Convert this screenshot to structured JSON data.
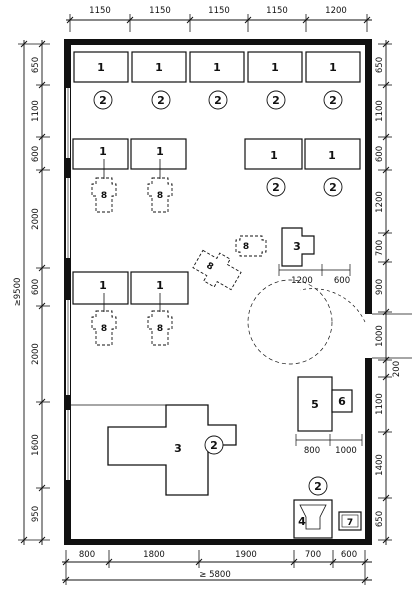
{
  "dimensions": {
    "top": [
      "1150",
      "1150",
      "1150",
      "1150",
      "1200"
    ],
    "bottom": [
      "800",
      "1800",
      "1900",
      "700",
      "600"
    ],
    "total_width": "≥ 5800",
    "total_height": "≥9500",
    "left": [
      "650",
      "1100",
      "600",
      "2000",
      "600",
      "2000",
      "1600",
      "950"
    ],
    "right": [
      "650",
      "1100",
      "600",
      "1200",
      "700",
      "900",
      "1000",
      "200",
      "1100",
      "1400",
      "650"
    ],
    "inner": {
      "d1200": "1200",
      "d600": "600",
      "d800": "800",
      "d1000": "1000"
    }
  },
  "labels": {
    "one": "1",
    "two": "2",
    "three": "3",
    "four": "4",
    "five": "5",
    "six": "6",
    "seven": "7",
    "eight": "8"
  }
}
